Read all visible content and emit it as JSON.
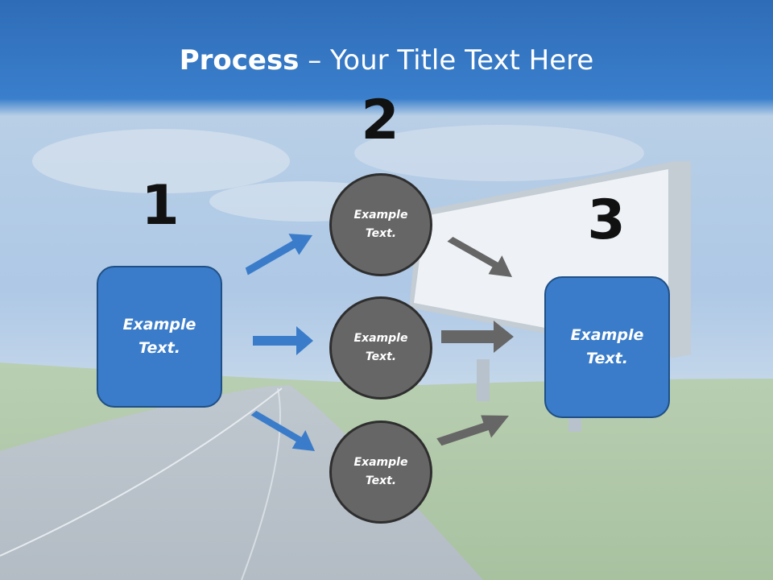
{
  "title": {
    "bold": "Process",
    "rest": " – Your Title Text Here"
  },
  "steps": [
    {
      "number": "1",
      "label": "Example\nText."
    },
    {
      "number": "2",
      "nodes": [
        "Example\nText.",
        "Example\nText.",
        "Example\nText."
      ]
    },
    {
      "number": "3",
      "label": "Example\nText."
    }
  ],
  "colors": {
    "box": "#3a7cc9",
    "circle": "#666666",
    "arrow_blue": "#3a7cc9",
    "arrow_gray": "#666666"
  }
}
